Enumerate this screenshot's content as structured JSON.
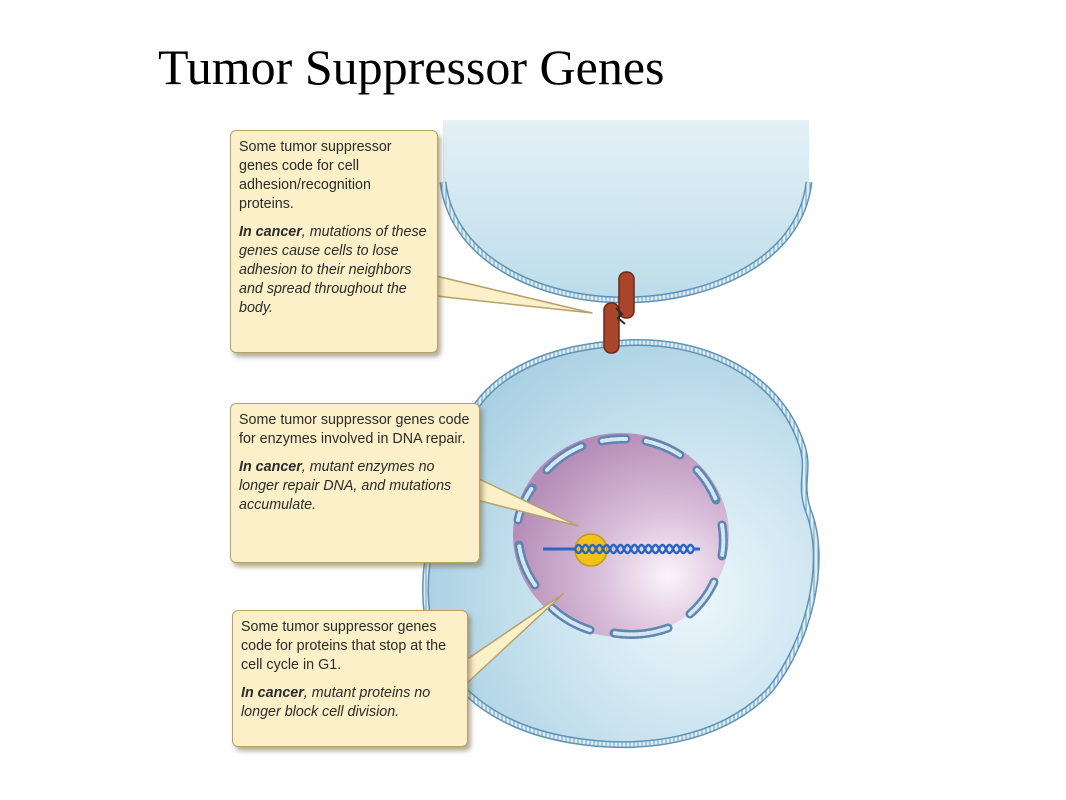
{
  "title": "Tumor Suppressor Genes",
  "callouts": {
    "adhesion": {
      "description": "Some tumor suppressor genes code for cell adhesion/recognition proteins.",
      "cancer_label": "In cancer",
      "cancer_text": ", mutations of these genes cause cells to lose adhesion to their neighbors and spread throughout the body."
    },
    "dna_repair": {
      "description": "Some tumor suppressor genes code for enzymes involved in DNA repair.",
      "cancer_label": "In cancer",
      "cancer_text": ", mutant enzymes no longer repair DNA, and mutations accumulate."
    },
    "cell_cycle": {
      "description": "Some tumor suppressor genes code for proteins that stop at the cell cycle in G1.",
      "cancer_label": "In cancer",
      "cancer_text": ", mutant proteins no longer block cell division."
    }
  },
  "colors": {
    "cytoplasm": "#bcdcea",
    "membrane": "#5f93b5",
    "nucleus": "#c8a5c8",
    "nuclear_envelope": "#6f92b8",
    "adhesion_protein": "#a8452a",
    "dna": "#2a66c4",
    "enzyme": "#f2c21a",
    "callout_fill": "#fbf0c8"
  }
}
